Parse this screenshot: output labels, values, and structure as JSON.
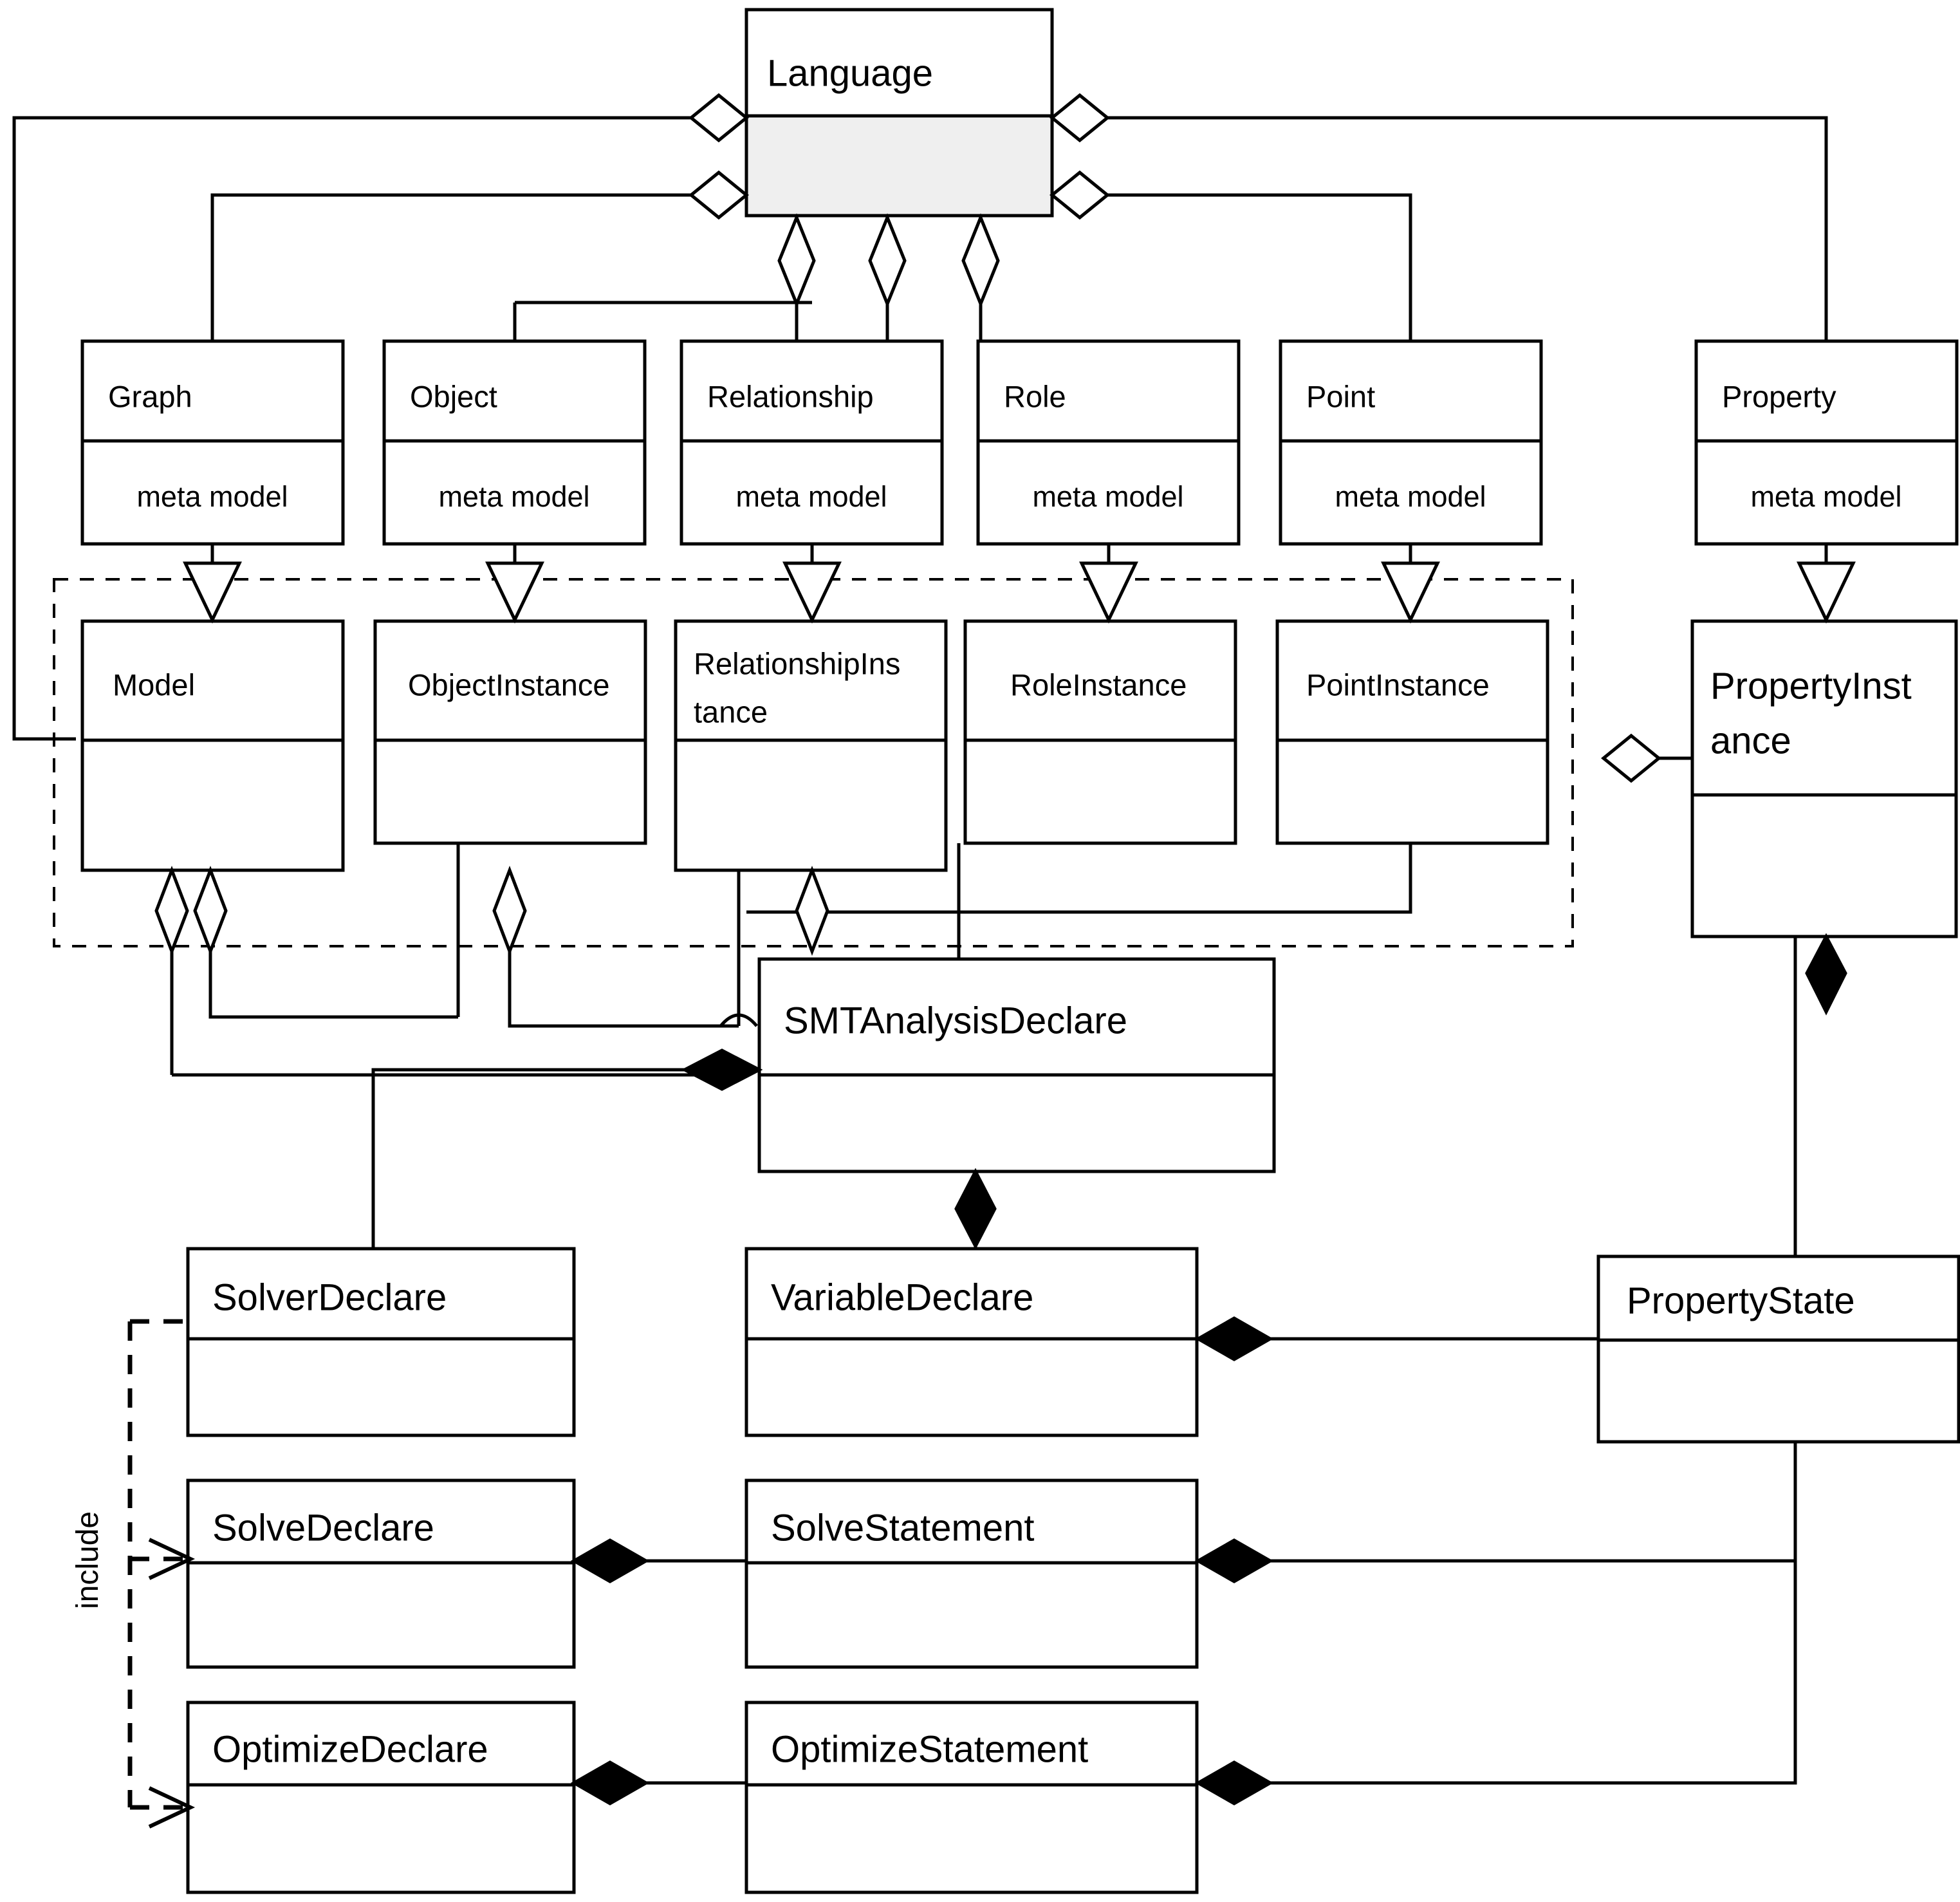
{
  "diagram": {
    "kind": "uml-class-diagram",
    "background": "#ffffff",
    "line_color": "#000000",
    "shaded_fill": "#efefef",
    "group_box_label": "",
    "edge_labels": {
      "include": "include"
    },
    "attribute_text": {
      "meta_model": "meta model"
    }
  },
  "classes": {
    "language": {
      "name": "Language",
      "attrs": ""
    },
    "graph": {
      "name": "Graph",
      "attrs": "meta model"
    },
    "object": {
      "name": "Object",
      "attrs": "meta model"
    },
    "relationship": {
      "name": "Relationship",
      "attrs": "meta model"
    },
    "role": {
      "name": "Role",
      "attrs": "meta model"
    },
    "point": {
      "name": "Point",
      "attrs": "meta model"
    },
    "property": {
      "name": "Property",
      "attrs": "meta model"
    },
    "model": {
      "name": "Model",
      "attrs": ""
    },
    "object_instance": {
      "name": "ObjectInstance",
      "attrs": ""
    },
    "relationship_instance_l1": {
      "name": "RelationshipIns",
      "attrs": ""
    },
    "relationship_instance_l2": {
      "name": "tance",
      "attrs": ""
    },
    "role_instance": {
      "name": "RoleInstance",
      "attrs": ""
    },
    "point_instance": {
      "name": "PointInstance",
      "attrs": ""
    },
    "property_instance_l1": {
      "name": "PropertyInst",
      "attrs": ""
    },
    "property_instance_l2": {
      "name": "ance",
      "attrs": ""
    },
    "smt_analysis_declare": {
      "name": "SMTAnalysisDeclare",
      "attrs": ""
    },
    "solver_declare": {
      "name": "SolverDeclare",
      "attrs": ""
    },
    "variable_declare": {
      "name": "VariableDeclare",
      "attrs": ""
    },
    "property_state": {
      "name": "PropertyState",
      "attrs": ""
    },
    "solve_declare": {
      "name": "SolveDeclare",
      "attrs": ""
    },
    "solve_statement": {
      "name": "SolveStatement",
      "attrs": ""
    },
    "optimize_declare": {
      "name": "OptimizeDeclare",
      "attrs": ""
    },
    "optimize_statement": {
      "name": "OptimizeStatement",
      "attrs": ""
    }
  }
}
